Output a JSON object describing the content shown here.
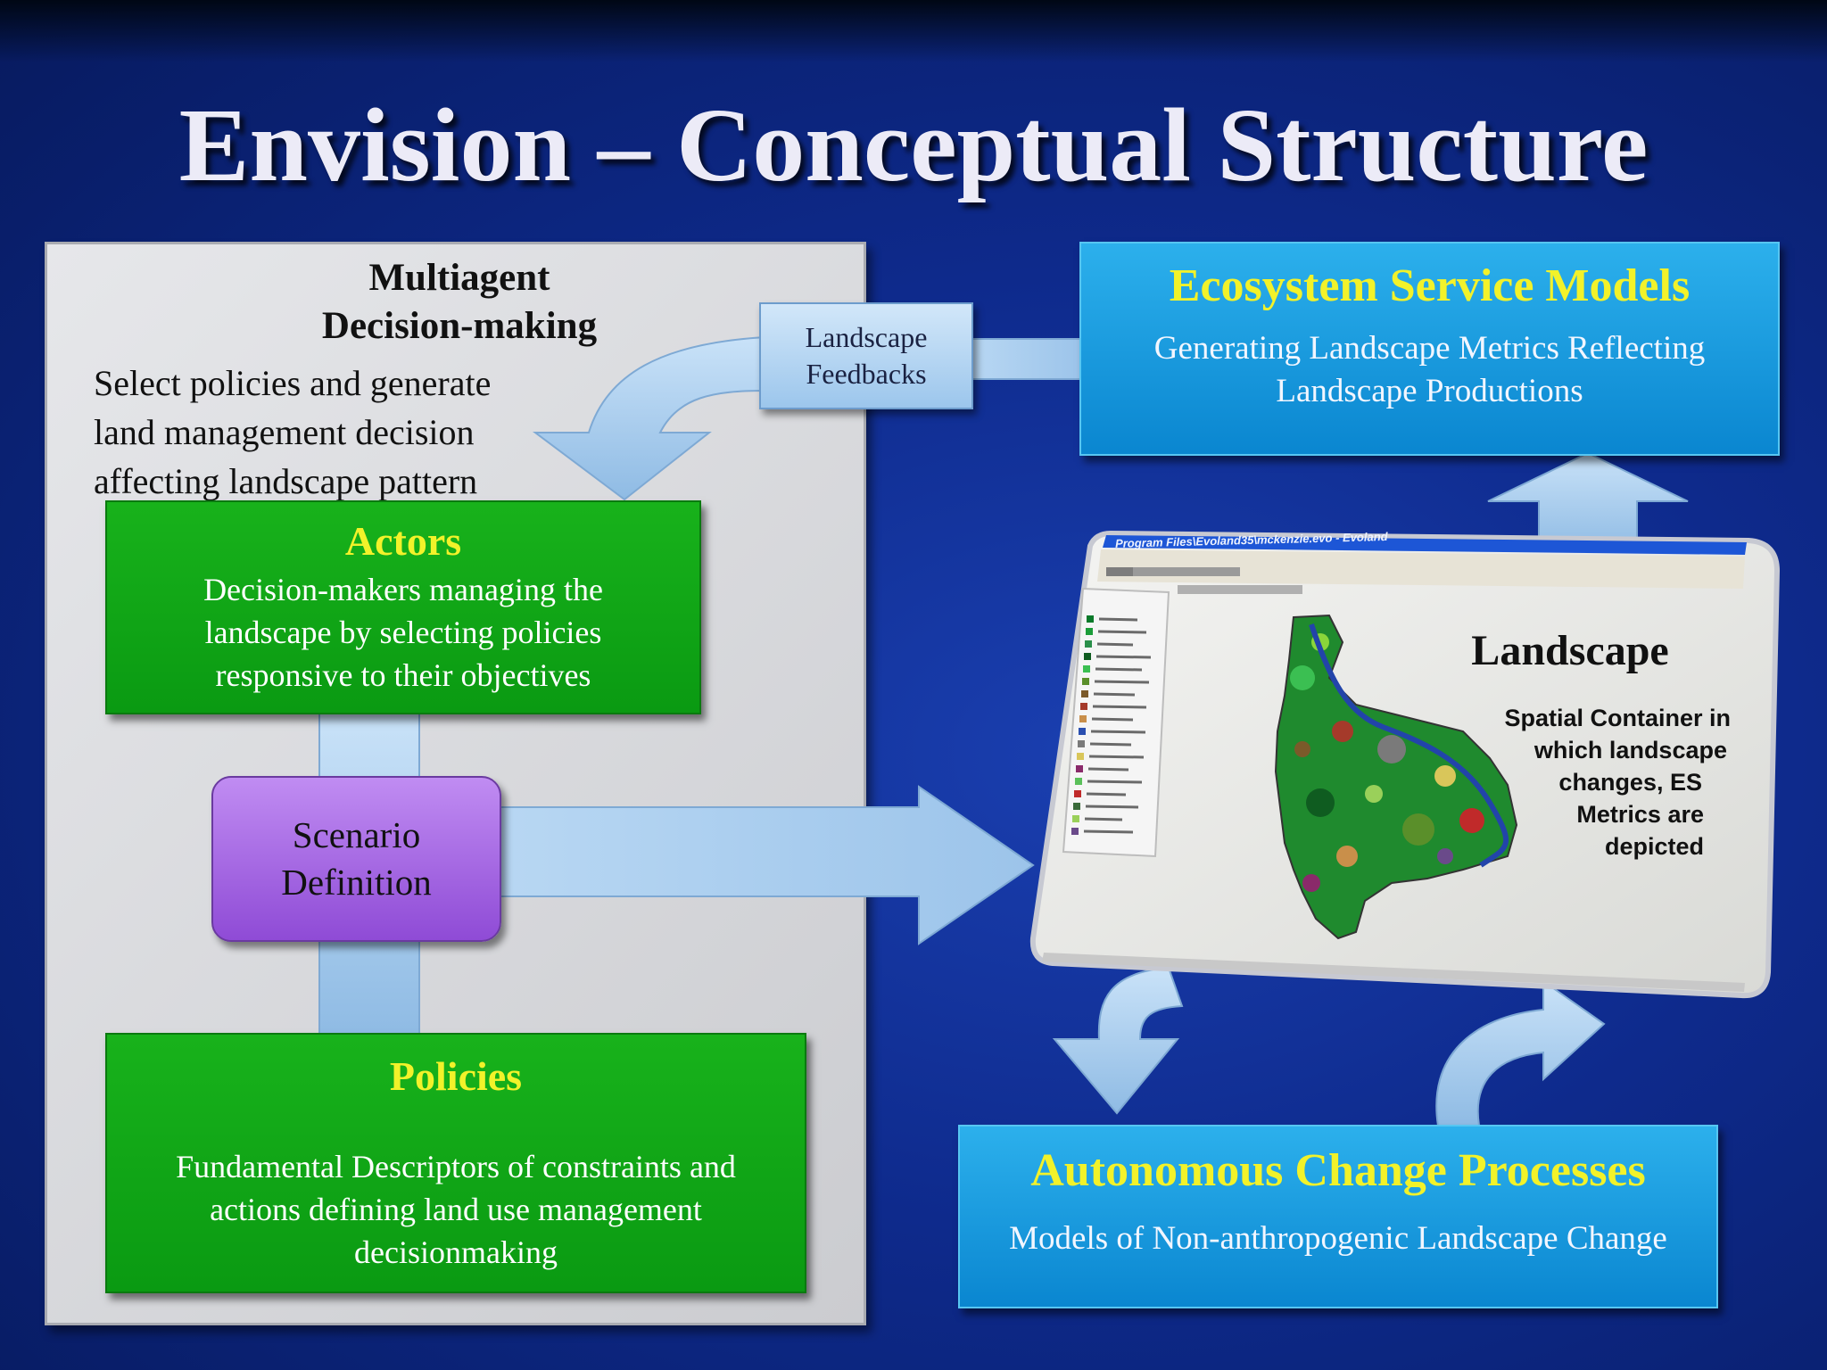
{
  "slide": {
    "title": "Envision – Conceptual Structure"
  },
  "multiagent": {
    "heading_line1": "Multiagent",
    "heading_line2": "Decision-making",
    "text_line1": "Select policies and generate",
    "text_line2": "land management decision",
    "text_line3": "affecting landscape pattern"
  },
  "actors": {
    "title": "Actors",
    "line1": "Decision-makers managing the",
    "line2": "landscape by selecting policies",
    "line3": "responsive to their objectives"
  },
  "scenario": {
    "line1": "Scenario",
    "line2": "Definition"
  },
  "policies": {
    "title": "Policies",
    "line1": "Fundamental Descriptors of constraints and",
    "line2": "actions defining land use management",
    "line3": "decisionmaking"
  },
  "feedback": {
    "line1": "Landscape",
    "line2": "Feedbacks"
  },
  "ecosystem": {
    "title": "Ecosystem Service Models",
    "line1": "Generating Landscape Metrics Reflecting",
    "line2": "Landscape Productions"
  },
  "landscape": {
    "title": "Landscape",
    "desc_line1": "Spatial Container in",
    "desc_line2": "which landscape",
    "desc_line3": "changes, ES",
    "desc_line4": "Metrics are",
    "desc_line5": "depicted",
    "window_title": "Program Files\\Evoland35\\mckenzie.evo - Evoland"
  },
  "autonomous": {
    "title": "Autonomous Change Processes",
    "line1": "Models of Non-anthropogenic Landscape Change"
  },
  "colors": {
    "green_box": "#12a816",
    "blue_box": "#1a9ee0",
    "arrow": "#a9cdef",
    "heading_yellow": "#f2f22a",
    "scenario_purple": "#a86be6"
  }
}
